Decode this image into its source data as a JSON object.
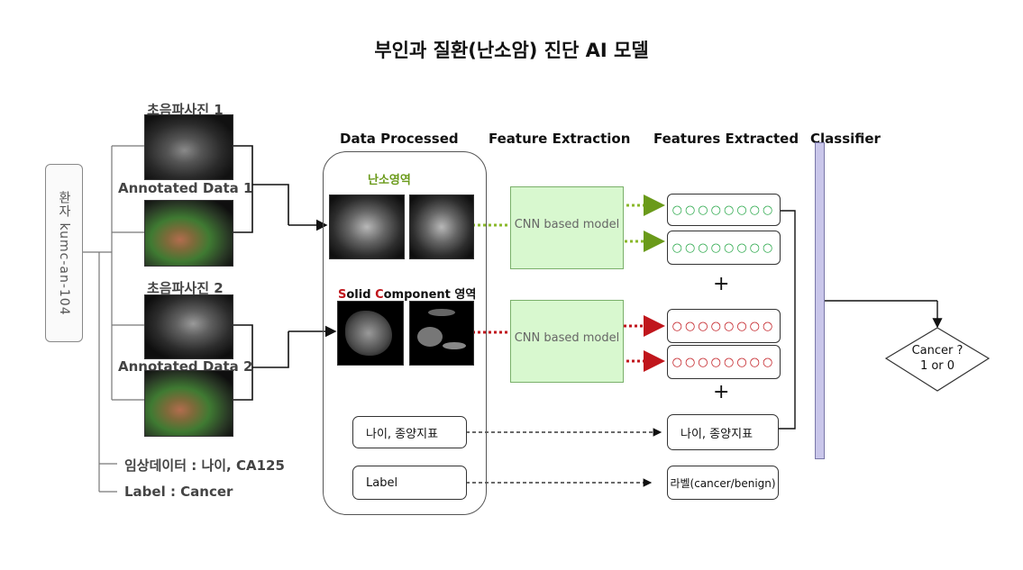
{
  "title": "부인과 질환(난소암) 진단 AI 모델",
  "headers": {
    "data_processed": "Data Processed",
    "feature_extraction": "Feature Extraction",
    "features_extracted": "Features Extracted",
    "classifier": "Classifier"
  },
  "patient": {
    "label": "환자 kumc-an-104"
  },
  "inputs": {
    "ultrasound_1": "초음파사진 1",
    "annotated_1": "Annotated Data 1",
    "ultrasound_2": "초음파사진 2",
    "annotated_2": "Annotated Data 2"
  },
  "clinical": {
    "clinical_data": "임상데이터 : 나이, CA125",
    "label": "Label : Cancer"
  },
  "processed": {
    "ovary_region": "난소영역",
    "solid_region_parts": [
      "S",
      "olid ",
      "C",
      "omponent 영역"
    ],
    "age_marker_box": "나이,  종양지표",
    "label_box": "Label"
  },
  "cnn": {
    "model_1": "CNN based model",
    "model_2": "CNN based model"
  },
  "features": {
    "green_dots": "○○○○○○○○",
    "red_dots": "○○○○○○○○",
    "plus": "+",
    "age_marker": "나이,  종양지표",
    "label_output": "라벨(cancer/benign)"
  },
  "output": {
    "line1": "Cancer ?",
    "line2": "1 or 0"
  },
  "colors": {
    "green_arrow": "#8ab82a",
    "red_arrow": "#c0161c",
    "green_dots": "#2aa84a",
    "red_dots": "#c0161c",
    "cnn_fill": "#d8f8cf",
    "classifier_bar": "#c9c6ea"
  }
}
